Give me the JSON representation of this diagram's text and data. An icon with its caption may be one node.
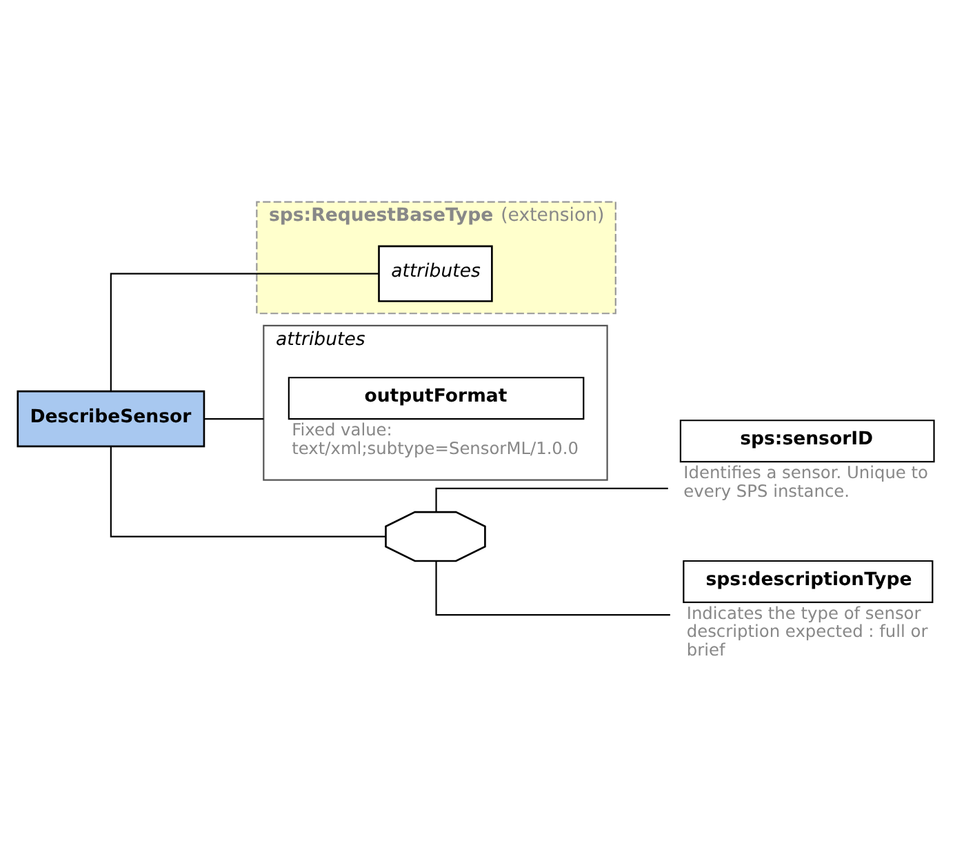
{
  "diagram": {
    "nodes": [
      {
        "text": [
          "DescribeSensor"
        ]
      },
      {
        "text": [
          "**sps:RequestBaseType** (extension)"
        ]
      },
      {
        "text": [
          "attributes"
        ],
        "in": 1
      },
      {
        "text": [
          "attributes"
        ]
      },
      {
        "text": [
          "outputFormat"
        ],
        "in": 3,
        "beside": [
          "Fixed value: text/xml;subtype=SensorML/1.0.0"
        ]
      },
      {
        "text": [],
        "shape": "octagon"
      },
      {
        "text": [
          "sps:sensorID"
        ],
        "beside": [
          "Identifies a sensor. Unique to every SPS instance."
        ]
      },
      {
        "text": [
          "sps:descriptionType"
        ],
        "beside": [
          "Indicates the type of sensor description expected : full or brief"
        ]
      }
    ],
    "edges": [
      {
        "from": 0,
        "to": 2,
        "arrow": "none"
      },
      {
        "from": 0,
        "to": 3,
        "arrow": "none"
      },
      {
        "from": 0,
        "to": 5,
        "arrow": "none"
      },
      {
        "from": 5,
        "to": 6,
        "arrow": "none"
      },
      {
        "from": 5,
        "to": 7,
        "arrow": "none"
      }
    ]
  }
}
